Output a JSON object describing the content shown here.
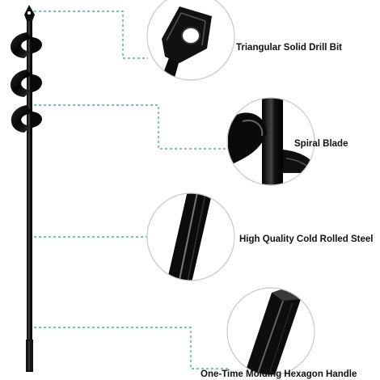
{
  "features": [
    {
      "label": "Triangular Solid Drill Bit"
    },
    {
      "label": "Spiral Blade"
    },
    {
      "label": "High Quality Cold Rolled Steel"
    },
    {
      "label": "One-Time Molding Hexagon Handle"
    }
  ],
  "colors": {
    "background": "#ffffff",
    "accent": "#1fa58f",
    "ring_stroke": "#c8c8c8",
    "metal": "#111111"
  }
}
